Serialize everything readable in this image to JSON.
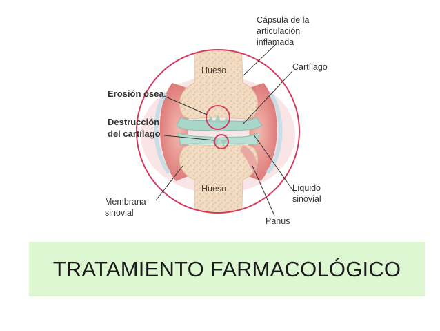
{
  "diagram": {
    "labels": {
      "capsule_line1": "Cápsula de la",
      "capsule_line2": "articulación",
      "capsule_line3": "inflamada",
      "cartilage": "Cartílago",
      "bone_erosion": "Erosión ósea",
      "cartilage_destruction_line1": "Destrucción",
      "cartilage_destruction_line2": "del cartílago",
      "synovial_fluid_line1": "Líquido",
      "synovial_fluid_line2": "sinovial",
      "synovial_membrane_line1": "Membrana",
      "synovial_membrane_line2": "sinovial",
      "pannus": "Panus",
      "bone_top": "Hueso",
      "bone_bottom": "Hueso"
    },
    "colors": {
      "bone": "#f0d9bf",
      "bone_texture": "#e2c4a3",
      "cartilage": "#a9d6c9",
      "inflamed_tissue": "#e58c8a",
      "capsule": "#f6cfcf",
      "circle_outline": "#d43a5e",
      "leader_lines": "#333333"
    }
  },
  "title": {
    "text": "TRATAMIENTO FARMACOLÓGICO",
    "background": "#dcf7d2"
  }
}
